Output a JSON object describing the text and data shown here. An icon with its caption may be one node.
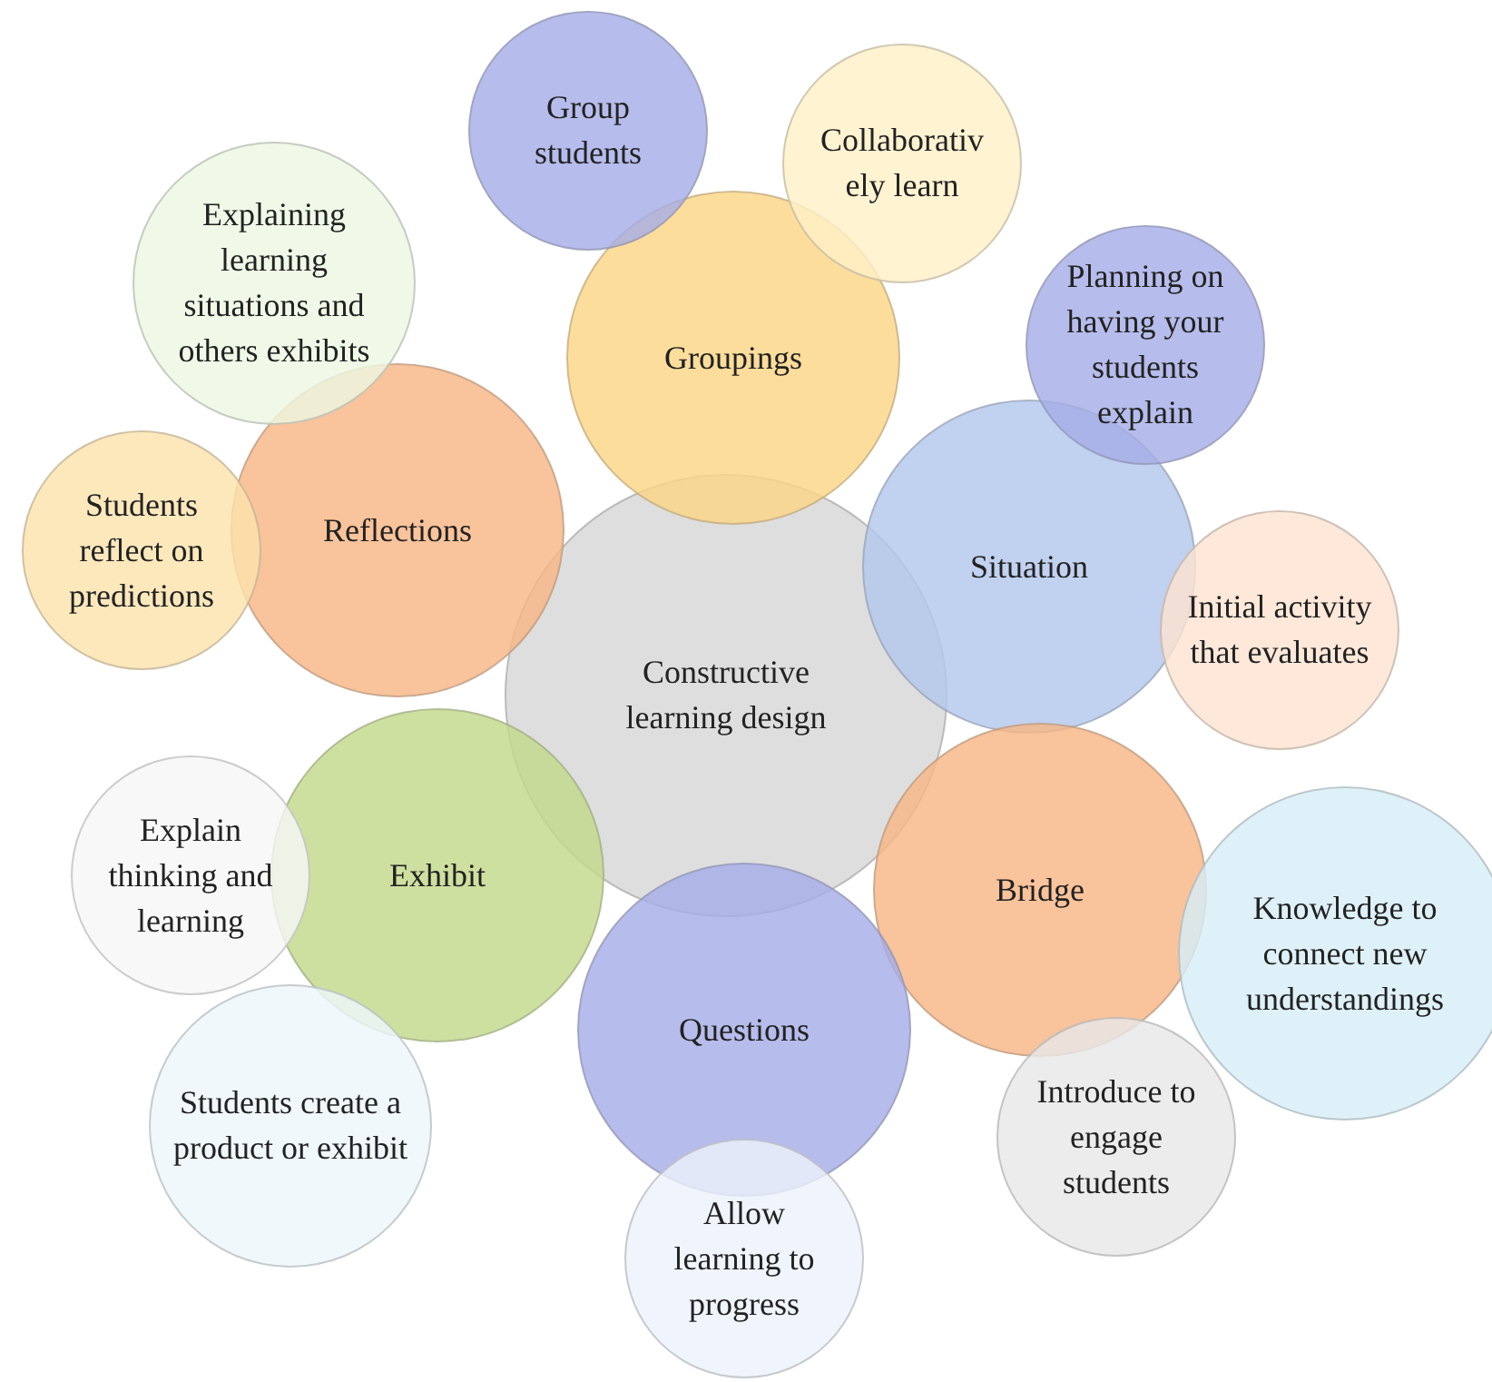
{
  "diagram": {
    "nodes": [
      {
        "text": [
          "Constructive learning design"
        ]
      },
      {
        "text": [
          "Groupings"
        ]
      },
      {
        "text": [
          "Group students"
        ]
      },
      {
        "text": [
          "Collaborativ ely learn"
        ]
      },
      {
        "text": [
          "Situation"
        ]
      },
      {
        "text": [
          "Planning on having your students explain"
        ]
      },
      {
        "text": [
          "Initial activity that evaluates"
        ]
      },
      {
        "text": [
          "Bridge"
        ]
      },
      {
        "text": [
          "Knowledge to connect new understandings"
        ]
      },
      {
        "text": [
          "Introduce to engage students"
        ]
      },
      {
        "text": [
          "Questions"
        ]
      },
      {
        "text": [
          "Allow learning to progress"
        ]
      },
      {
        "text": [
          "Exhibit"
        ]
      },
      {
        "text": [
          "Explain thinking and learning"
        ]
      },
      {
        "text": [
          "Students create a product or exhibit"
        ]
      },
      {
        "text": [
          "Reflections"
        ]
      },
      {
        "text": [
          "Students reflect on predictions"
        ]
      },
      {
        "text": [
          "Explaining learning situations and others exhibits"
        ]
      }
    ]
  }
}
